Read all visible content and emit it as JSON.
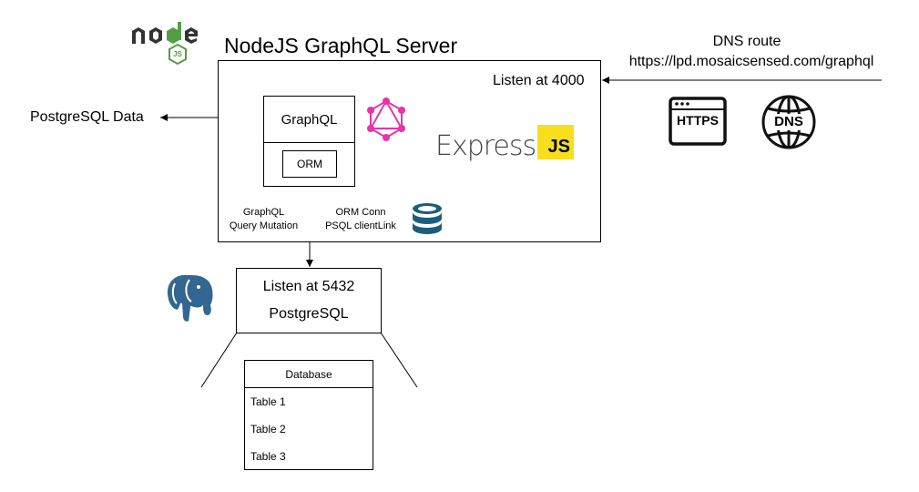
{
  "title": "NodeJS GraphQL Server",
  "node_logo": {
    "word": "node",
    "badge": "JS",
    "color": "#539e43"
  },
  "dns": {
    "line1": "DNS route",
    "line2": "https://lpd.mosaicsensed.com/graphql"
  },
  "server": {
    "listen": "Listen at 4000"
  },
  "graphql": {
    "label": "GraphQL",
    "orm": "ORM",
    "color": "#e535ab"
  },
  "postgres_data": "PostgreSQL Data",
  "express": {
    "word": "Express",
    "badge": "JS",
    "badge_color": "#f7df1e"
  },
  "annotations": {
    "graphql_ops": [
      "GraphQL",
      "Query Mutation"
    ],
    "orm_conn": [
      "ORM Conn",
      "PSQL clientLink"
    ]
  },
  "https_icon": "HTTPS",
  "dns_icon": "DNS",
  "db_icon_color": "#1d5d7a",
  "postgres_box": {
    "line1": "Listen at 5432",
    "line2": "PostgreSQL"
  },
  "elephant_color": "#336791",
  "database": {
    "header": "Database",
    "tables": [
      "Table 1",
      "Table 2",
      "Table 3"
    ]
  }
}
